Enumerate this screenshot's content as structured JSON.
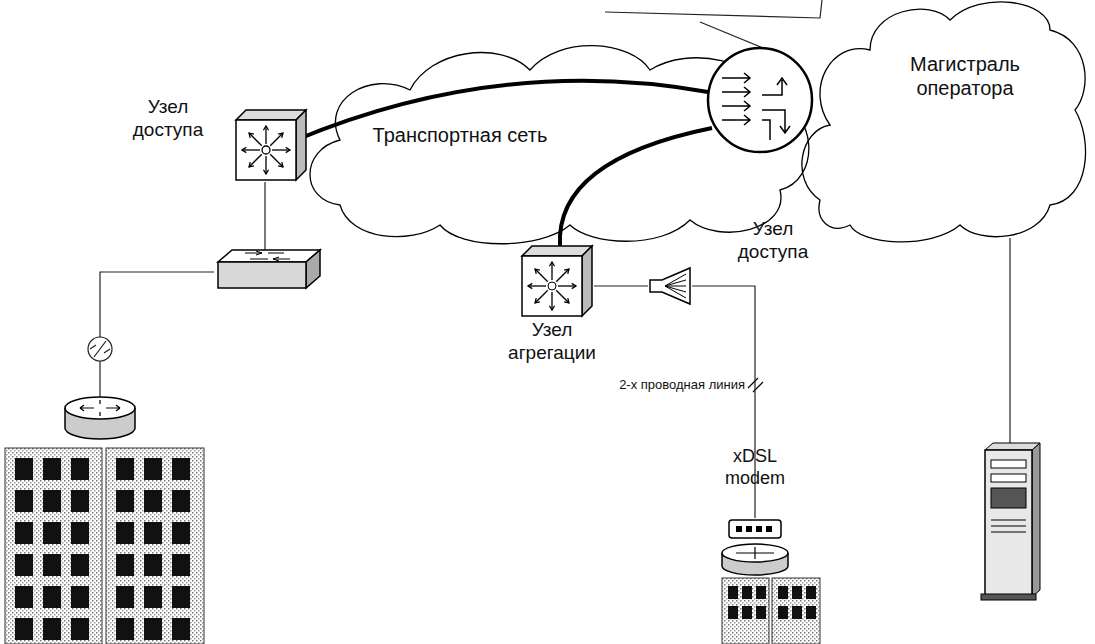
{
  "diagram": {
    "nodes": [
      {
        "text": [
          "Транспортная сеть"
        ]
      },
      {
        "text": [
          "Магистраль оператора"
        ]
      },
      {
        "text": [
          "Узел доступа"
        ]
      },
      {
        "text": [
          "Узел агрегации"
        ]
      },
      {
        "text": [
          "Узел доступа"
        ]
      },
      {
        "text": [
          "xDSL modem"
        ]
      }
    ],
    "edges": [
      {
        "from": 3,
        "to": 4,
        "arrow": "none"
      },
      {
        "from": 4,
        "to": 5,
        "label": "2-х проводная линия",
        "arrow": "none"
      }
    ]
  }
}
